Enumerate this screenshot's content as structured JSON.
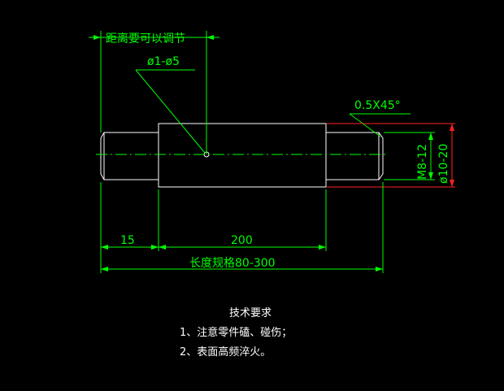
{
  "drawing": {
    "adjustable_distance_label": "距离要可以调节",
    "hole_diameter_label": "ø1-ø5",
    "chamfer_label": "0.5X45°",
    "thread_label": "M8-12",
    "diameter_label": "ø10-20",
    "dim_left_label": "15",
    "dim_middle_label": "200",
    "length_spec_label": "长度规格80-300"
  },
  "notes": {
    "title": "技术要求",
    "lines": [
      "1、注意零件磕、碰伤；",
      "2、表面高频淬火。"
    ]
  },
  "colors": {
    "background": "#000000",
    "geometry": "#ffffff",
    "dimensions": "#00ff00",
    "highlight": "#ff2020"
  }
}
